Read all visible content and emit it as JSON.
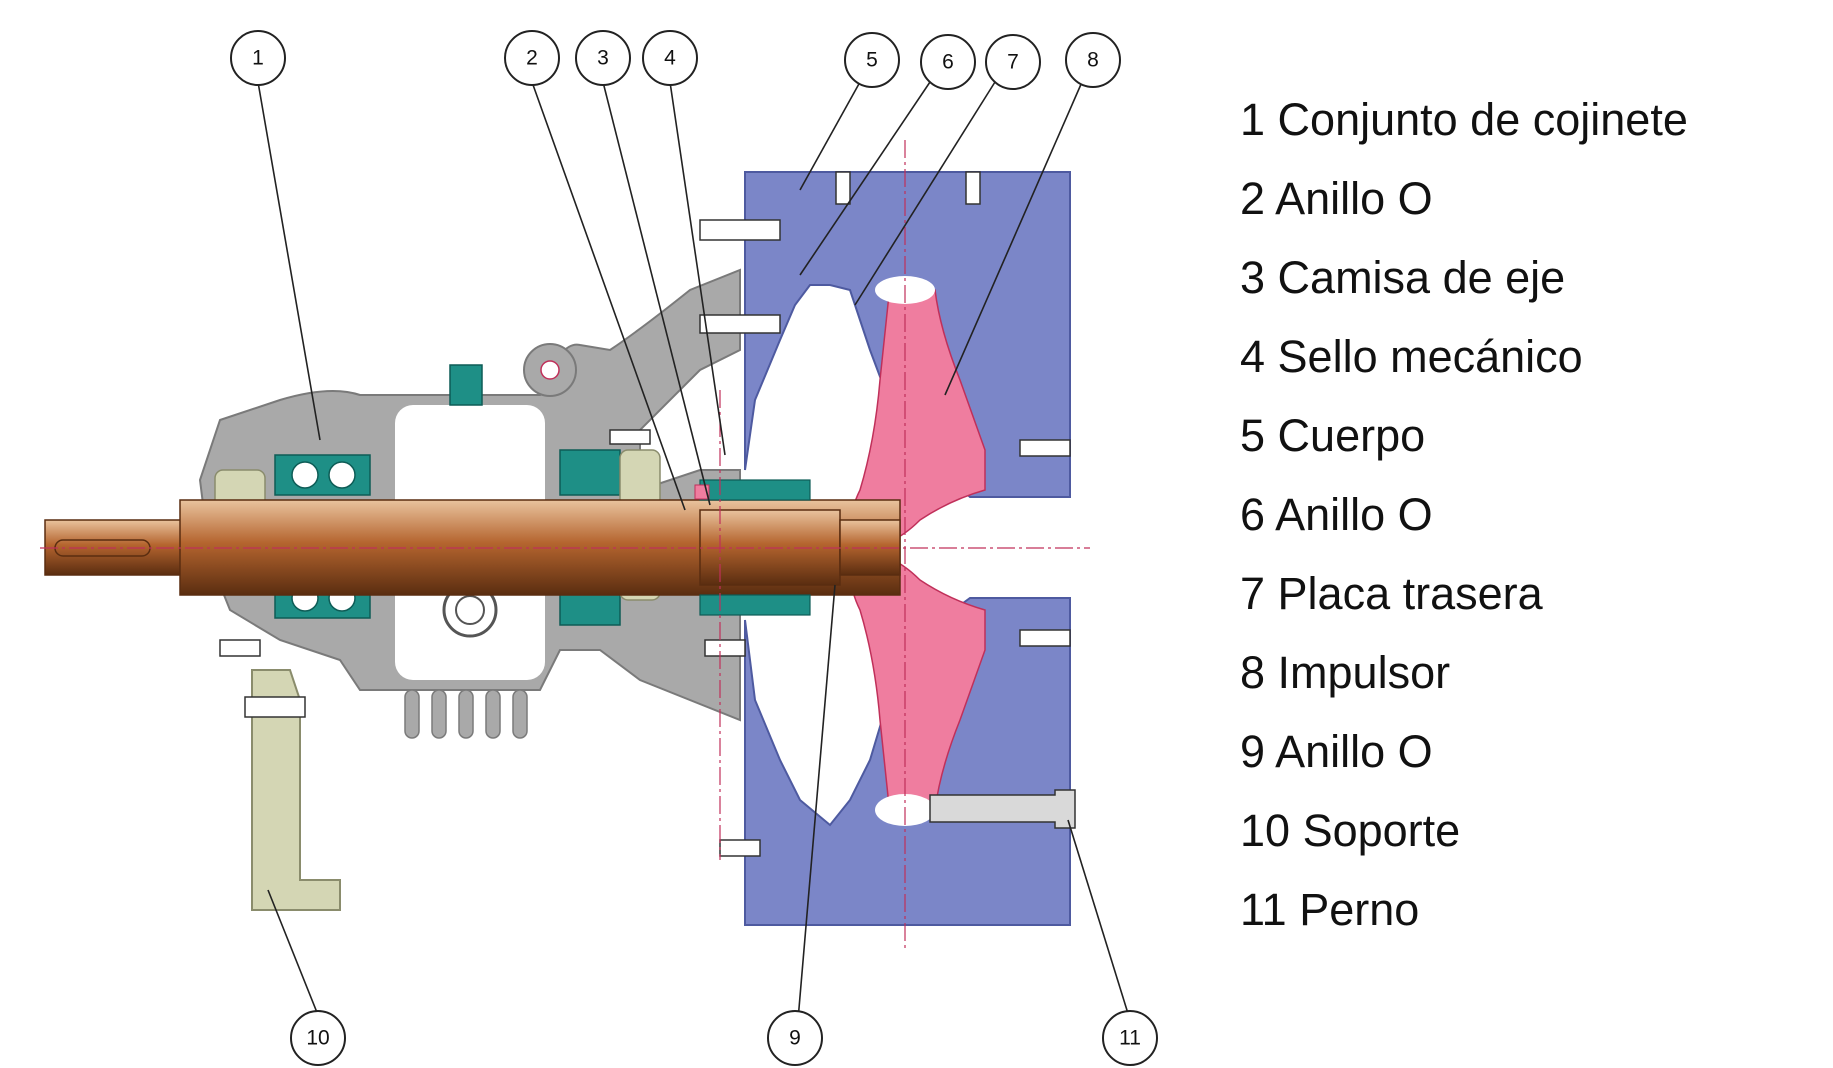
{
  "callouts": [
    "1",
    "2",
    "3",
    "4",
    "5",
    "6",
    "7",
    "8",
    "9",
    "10",
    "11"
  ],
  "legend": [
    {
      "number": "1",
      "label": "Conjunto de cojinete"
    },
    {
      "number": "2",
      "label": "Anillo O"
    },
    {
      "number": "3",
      "label": "Camisa de eje"
    },
    {
      "number": "4",
      "label": "Sello mecánico"
    },
    {
      "number": "5",
      "label": "Cuerpo"
    },
    {
      "number": "6",
      "label": "Anillo O"
    },
    {
      "number": "7",
      "label": "Placa trasera"
    },
    {
      "number": "8",
      "label": "Impulsor"
    },
    {
      "number": "9",
      "label": "Anillo O"
    },
    {
      "number": "10",
      "label": "Soporte"
    },
    {
      "number": "11",
      "label": "Perno"
    }
  ],
  "colors": {
    "casing": "#7b86c8",
    "impeller": "#ef7d9f",
    "shaft": "#b5652f",
    "bracket": "#a9a9a9",
    "bearing": "#1e8f86",
    "support": "#d4d6b4"
  }
}
